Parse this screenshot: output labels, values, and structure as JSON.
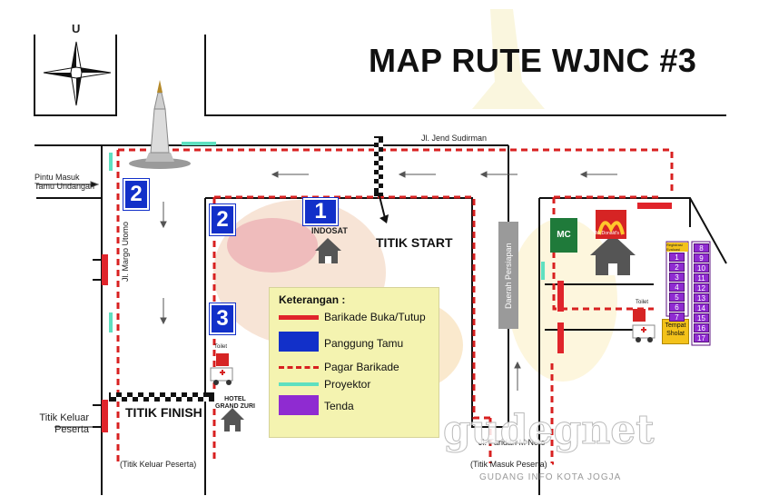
{
  "title": "MAP RUTE WJNC #3",
  "compass": {
    "north_label": "U"
  },
  "streets": {
    "sudirman": "Jl. Jend Sudirman",
    "margo_utomo": "Jl. Margo Utomo",
    "faridan": "Jl. Faridan M Noto",
    "persiapan": "Daerah Persiapan"
  },
  "places": {
    "entrance_guest": "Pintu Masuk\nTamu Undangan",
    "exit_participant": "Titik Keluar\nPeserta",
    "exit_participant_note": "(Titik Keluar Peserta)",
    "entry_participant_note": "(Titik Masuk Peserta)",
    "start": "TITIK START",
    "finish": "TITIK FINISH",
    "indosat": "INDOSAT",
    "hotel": "HOTEL\nGRAND ZURI",
    "mc": "MC",
    "mcdonalds": "McDonald's",
    "toilet_left": "Toilet",
    "toilet_right": "Toilet",
    "sholat": "Tempat\nSholat",
    "registrasi": "Registrasi\nEvaluasi"
  },
  "stages": {
    "s1": "1",
    "s2a": "2",
    "s2b": "2",
    "s3": "3"
  },
  "legend": {
    "heading": "Keterangan :",
    "items": [
      {
        "label": "Barikade Buka/Tutup",
        "color": "#e0242b"
      },
      {
        "label": "Panggung Tamu",
        "color": "#1230c9"
      },
      {
        "label": "Pagar Barikade",
        "color": "#d82020"
      },
      {
        "label": "Proyektor",
        "color": "#5ee0c0"
      },
      {
        "label": "Tenda",
        "color": "#8f2bd1"
      }
    ]
  },
  "tents": {
    "left": [
      "1",
      "2",
      "3",
      "4",
      "5",
      "6",
      "7"
    ],
    "right": [
      "8",
      "9",
      "10",
      "11",
      "12",
      "13",
      "14",
      "15",
      "16",
      "17"
    ]
  },
  "watermark": {
    "main": "gudegnet",
    "sub": "GUDANG INFO KOTA JOGJA"
  }
}
